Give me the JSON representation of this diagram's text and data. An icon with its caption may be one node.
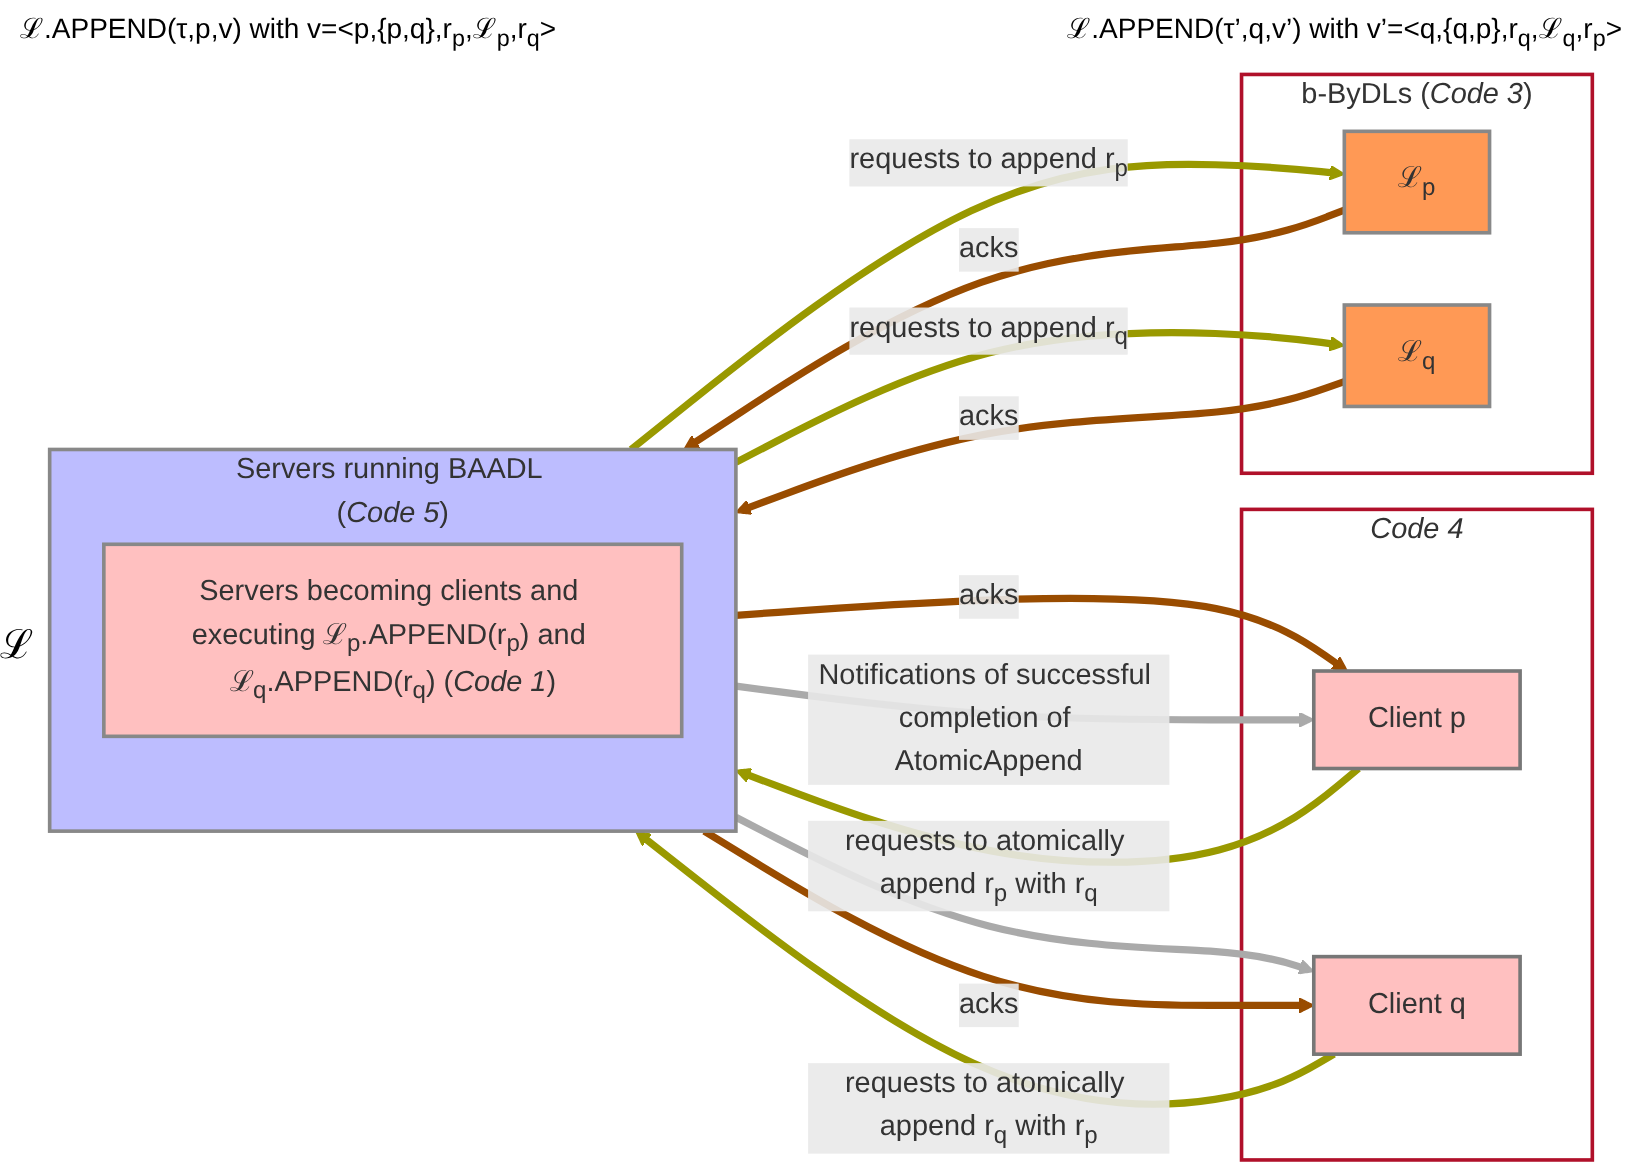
{
  "diagram": {
    "nodes": [
      {
        "text": [
          "Code 4"
        ]
      },
      {
        "text": [
          "Client p"
        ],
        "in": 0
      },
      {
        "text": [
          "Client q"
        ],
        "in": 0
      },
      {
        "text": [
          "Servers running BAADL (*Code 5*)"
        ],
        "beside": [
          "ℒ"
        ]
      },
      {
        "text": [
          "Servers becoming clients and executing ℒ$_{p}$.APPEND(r$_{p}$) and ℒ$_{q}$.APPEND(r$_{q}$) (*Code 1*)"
        ],
        "in": 3
      },
      {
        "text": [
          "b-ByDLs (*Code 3*)"
        ]
      },
      {
        "text": [
          "ℒ$_{p}$"
        ],
        "in": 5
      },
      {
        "text": [
          "ℒ$_{q}$"
        ],
        "in": 5
      }
    ],
    "edges": [
      {
        "from": 1,
        "to": 3,
        "arrow": "to",
        "label": "requests to atomically append r$_{p}$ with r$_{q}$",
        "color": "#999900"
      },
      {
        "from": 3,
        "to": 1,
        "arrow": "to",
        "label": "acks",
        "color": "#994c00"
      },
      {
        "from": 3,
        "to": 1,
        "arrow": "to",
        "label": "Notifications of successful completion of AtomicAppend",
        "color": "#aaaaaa"
      },
      {
        "from": 3,
        "to": 2,
        "arrow": "to",
        "color": "#aaaaaa"
      },
      {
        "from": 3,
        "to": 2,
        "arrow": "to",
        "label": "acks",
        "color": "#994c00"
      },
      {
        "from": 2,
        "to": 3,
        "arrow": "to",
        "label": "requests to atomically append r$_{q}$ with r$_{p}$",
        "color": "#999900"
      },
      {
        "from": 3,
        "to": 6,
        "arrow": "to",
        "label": "requests to append r$_{p}$",
        "color": "#999900"
      },
      {
        "from": 6,
        "to": 3,
        "arrow": "to",
        "label": "acks",
        "color": "#994c00"
      },
      {
        "from": 7,
        "to": 3,
        "arrow": "to",
        "label": "acks",
        "color": "#994c00"
      },
      {
        "from": 3,
        "to": 7,
        "arrow": "to",
        "label": "requests to append r$_{q}$",
        "color": "#999900"
      }
    ],
    "labels": [
      "ℒ.APPEND(τ,p,v) with v=<p,{p,q},r$_{p}$,ℒ$_{p}$,r$_{q}$>",
      "ℒ.APPEND(τ’,q,v’) with v’=<q,{q,p},r$_{q}$,ℒ$_{q}$,r$_{p}$>"
    ]
  }
}
